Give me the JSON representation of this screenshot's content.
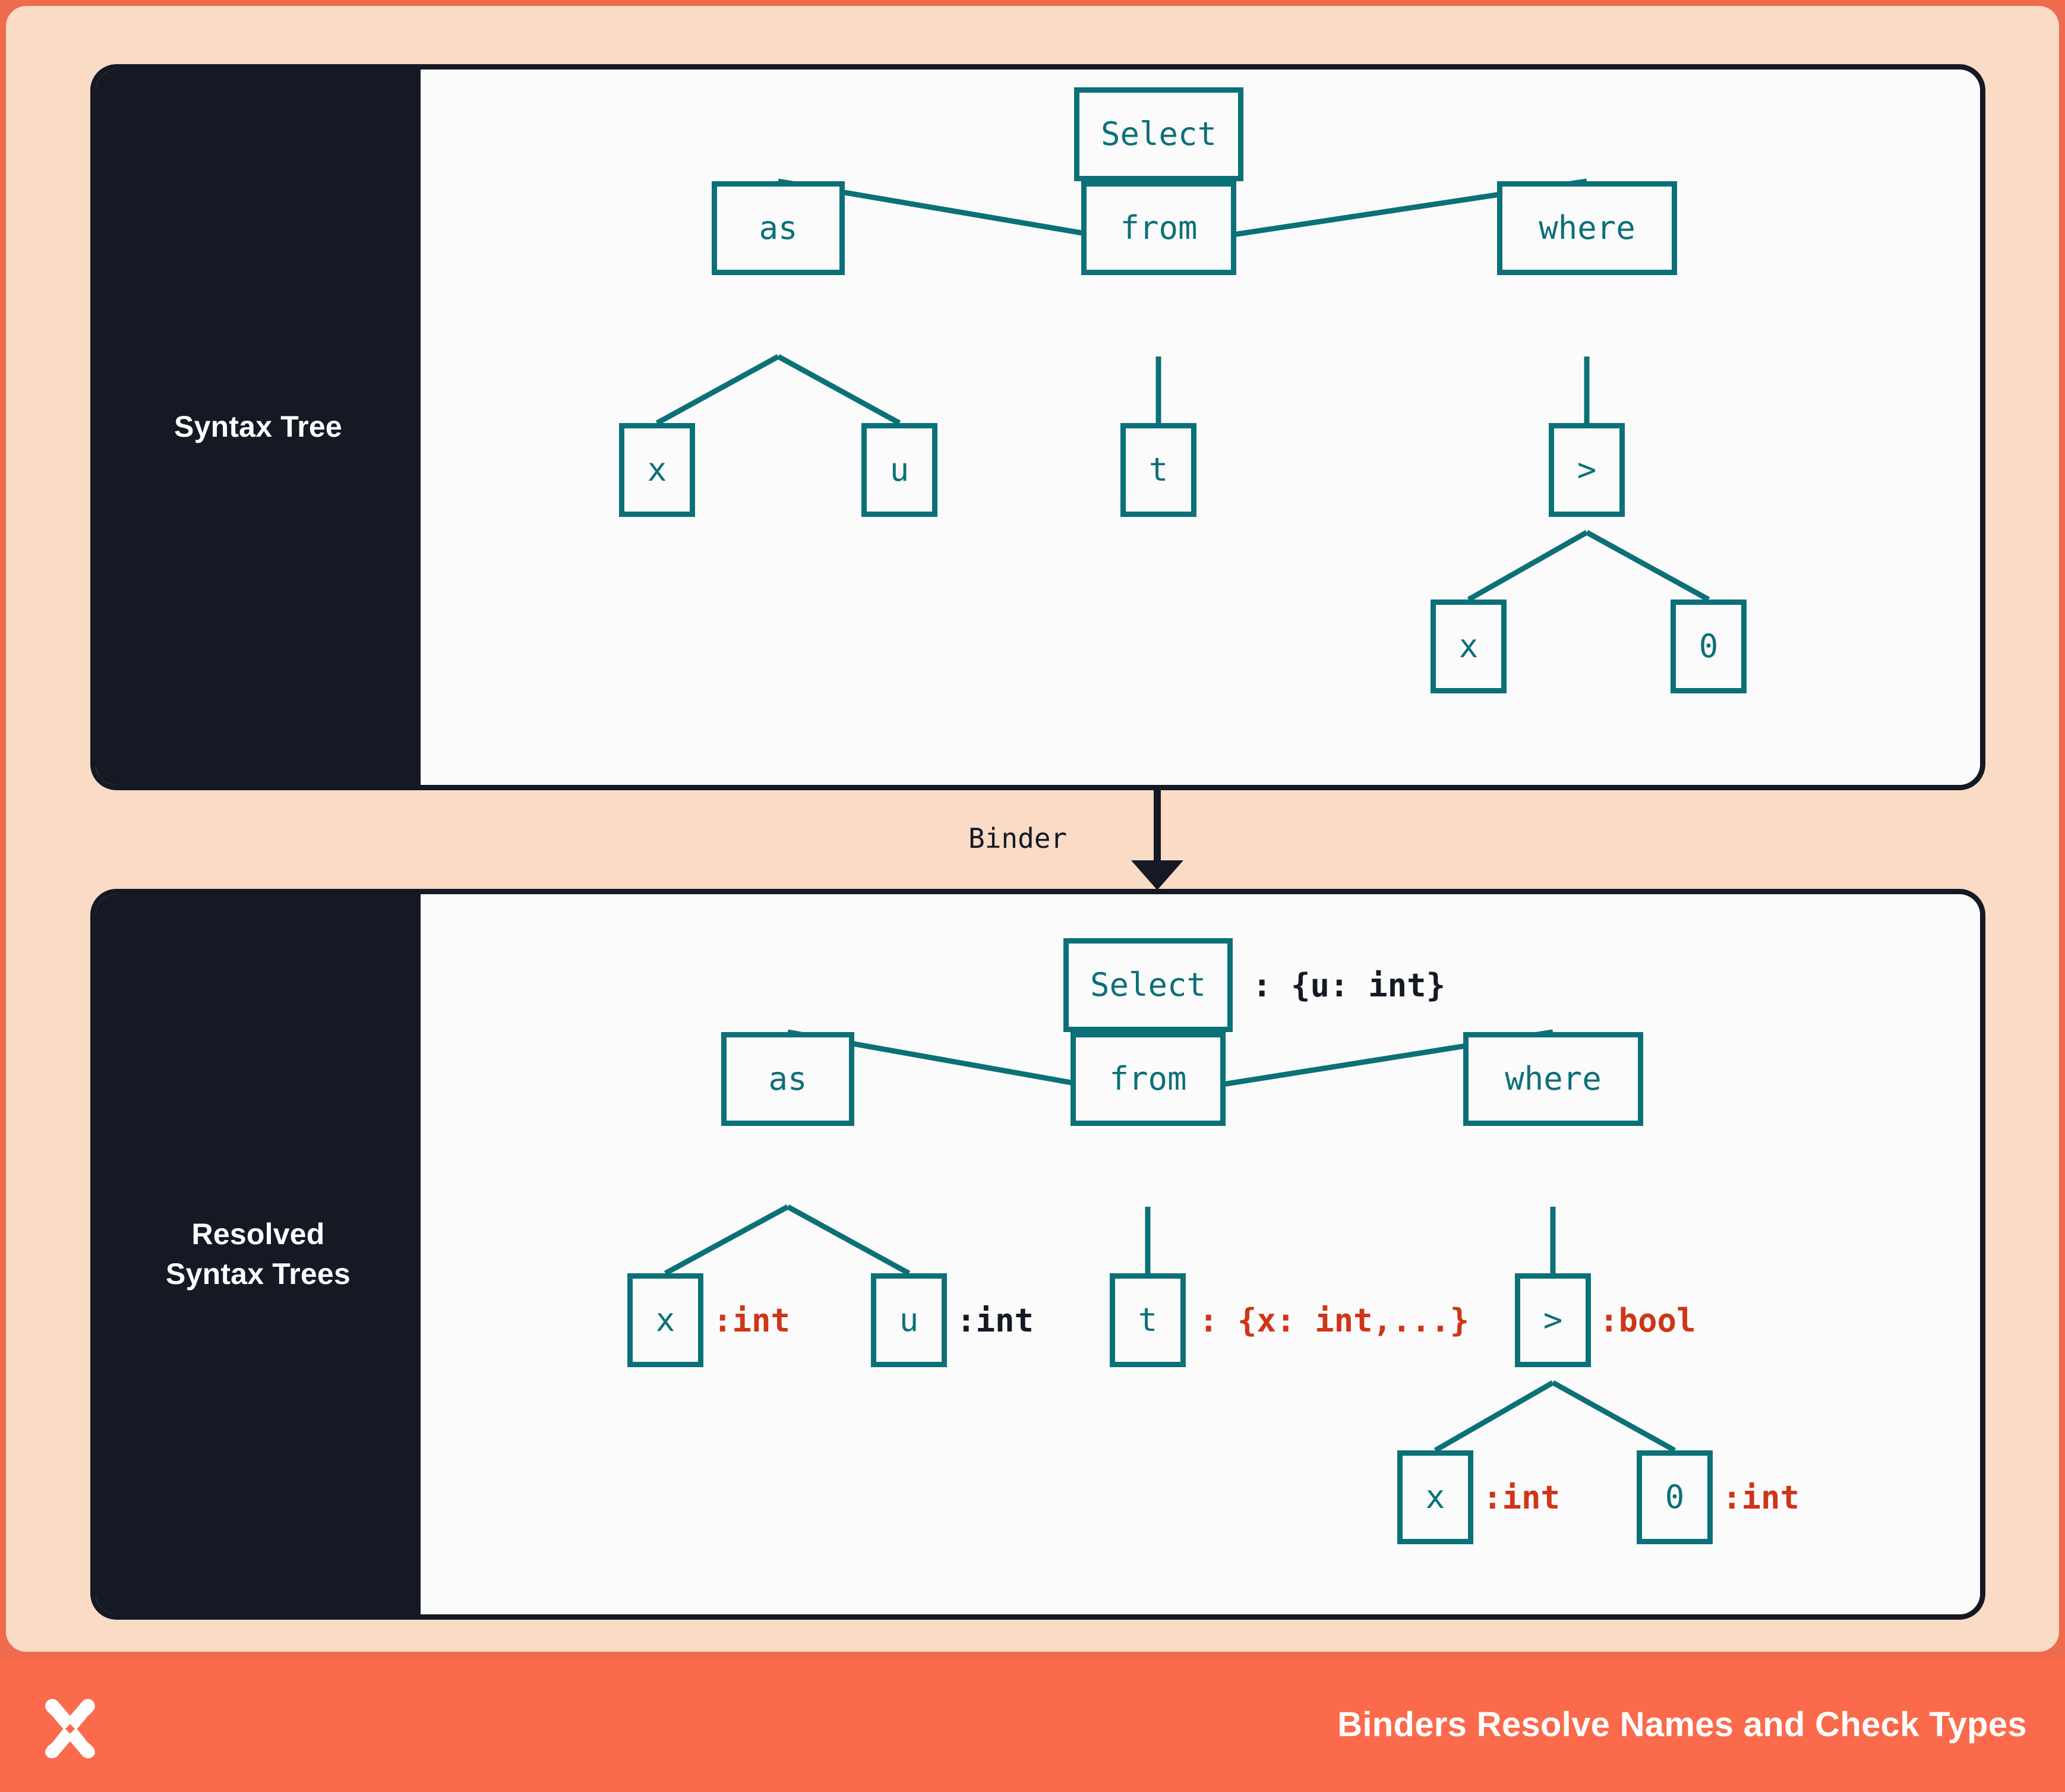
{
  "theme": {
    "outer_border": "#EE6B4D",
    "canvas_bg": "#F9DBC6",
    "panel_border": "#141924",
    "panel_bg": "#FBFBFC",
    "sidebar_bg": "#141924",
    "node_stroke": "#0C7078",
    "annotation_dark": "#141924",
    "annotation_red": "#CF3516",
    "footer_bg": "#FB6A4B",
    "footer_text": "#FFFFFF"
  },
  "panels": [
    {
      "id": "syntax-tree",
      "sidebar_label": "Syntax Tree",
      "nodes": [
        {
          "id": "select",
          "label": "Select",
          "annotation": "",
          "annotation_color": ""
        },
        {
          "id": "as",
          "label": "as",
          "annotation": "",
          "annotation_color": ""
        },
        {
          "id": "from",
          "label": "from",
          "annotation": "",
          "annotation_color": ""
        },
        {
          "id": "where",
          "label": "where",
          "annotation": "",
          "annotation_color": ""
        },
        {
          "id": "x1",
          "label": "x",
          "annotation": "",
          "annotation_color": ""
        },
        {
          "id": "u",
          "label": "u",
          "annotation": "",
          "annotation_color": ""
        },
        {
          "id": "t",
          "label": "t",
          "annotation": "",
          "annotation_color": ""
        },
        {
          "id": "gt",
          "label": ">",
          "annotation": "",
          "annotation_color": ""
        },
        {
          "id": "x2",
          "label": "x",
          "annotation": "",
          "annotation_color": ""
        },
        {
          "id": "zero",
          "label": "0",
          "annotation": "",
          "annotation_color": ""
        }
      ]
    },
    {
      "id": "resolved-syntax-trees",
      "sidebar_label": "Resolved\nSyntax Trees",
      "nodes": [
        {
          "id": "select",
          "label": "Select",
          "annotation": ": {u: int}",
          "annotation_color": "dark"
        },
        {
          "id": "as",
          "label": "as",
          "annotation": "",
          "annotation_color": ""
        },
        {
          "id": "from",
          "label": "from",
          "annotation": "",
          "annotation_color": ""
        },
        {
          "id": "where",
          "label": "where",
          "annotation": "",
          "annotation_color": ""
        },
        {
          "id": "x1",
          "label": "x",
          "annotation": ":int",
          "annotation_color": "red"
        },
        {
          "id": "u",
          "label": "u",
          "annotation": ":int",
          "annotation_color": "dark"
        },
        {
          "id": "t",
          "label": "t",
          "annotation": ": {x: int,...}",
          "annotation_color": "red"
        },
        {
          "id": "gt",
          "label": ">",
          "annotation": ":bool",
          "annotation_color": "red"
        },
        {
          "id": "x2",
          "label": "x",
          "annotation": ":int",
          "annotation_color": "red"
        },
        {
          "id": "zero",
          "label": "0",
          "annotation": ":int",
          "annotation_color": "red"
        }
      ]
    }
  ],
  "transition": {
    "label": "Binder",
    "arrow": "down-arrow"
  },
  "footer": {
    "logo": "x-mark-logo",
    "caption": "Binders Resolve Names and Check Types"
  }
}
